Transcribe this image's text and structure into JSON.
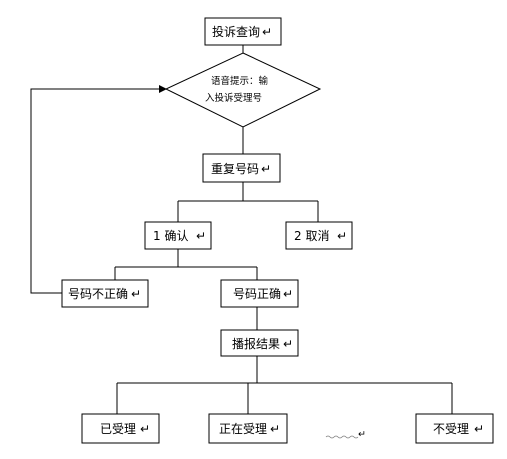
{
  "diagram": {
    "nodes": {
      "query": {
        "label": "投诉查询",
        "mark": "↵"
      },
      "prompt_line1": "语音提示：输",
      "prompt_line2": "入投诉受理号",
      "repeat": {
        "label": "重复号码",
        "mark": "↵"
      },
      "confirm": {
        "label": "1 确认",
        "mark": "↵"
      },
      "cancel": {
        "label": "2 取消",
        "mark": "↵"
      },
      "wrong": {
        "label": "号码不正确",
        "mark": "↵"
      },
      "correct": {
        "label": "号码正确",
        "mark": "↵"
      },
      "broadcast": {
        "label": "播报结果",
        "mark": "↵"
      },
      "accepted": {
        "label": "已受理",
        "mark": "↵"
      },
      "processing": {
        "label": "正在受理",
        "mark": "↵"
      },
      "not_accepted": {
        "label": "不受理",
        "mark": "↵"
      }
    },
    "stray_mark": "↵"
  }
}
